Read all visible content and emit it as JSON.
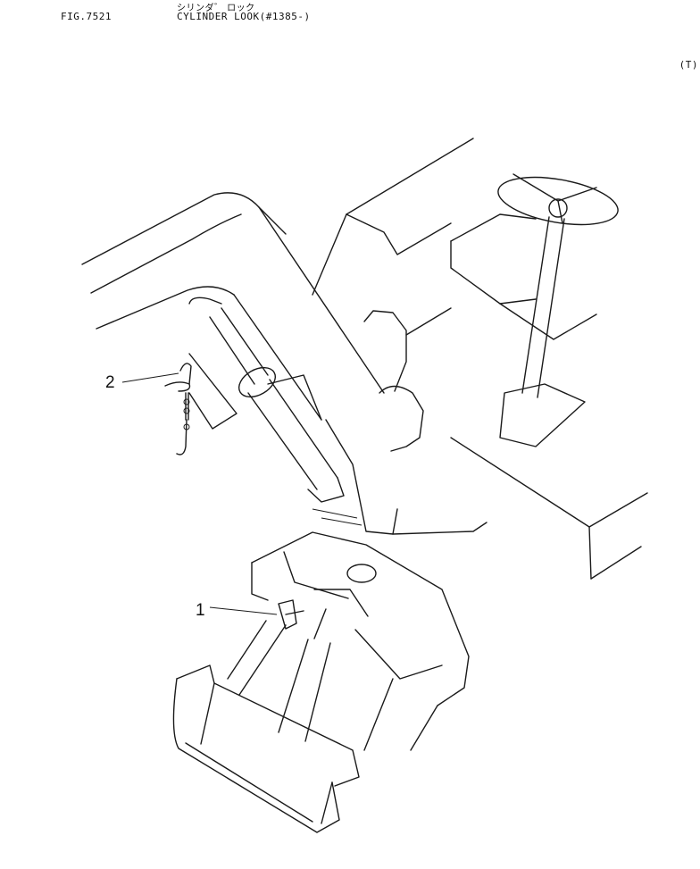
{
  "header": {
    "figure_number": "FIG.7521",
    "title_japanese": "シリンダ゛ ロック",
    "title_english": "CYLINDER LOOK(#1385-)",
    "corner_mark": "(T)"
  },
  "callouts": [
    {
      "number": "1"
    },
    {
      "number": "2"
    }
  ]
}
